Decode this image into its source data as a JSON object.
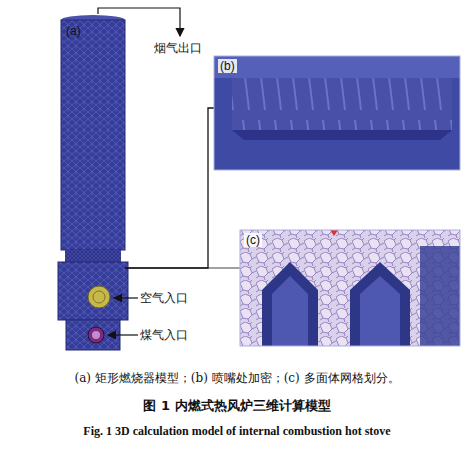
{
  "diagram": {
    "caption": "图 1 内燃式热风炉三维计算模型",
    "nodes": [
      {
        "text": [
          "(b)"
        ]
      },
      {
        "text": [
          "(c)"
        ]
      }
    ],
    "labels": [
      "(a)",
      "烟气出口",
      "空气入口",
      "煤气入口",
      "(a) 矩形燃烧器模型；(b) 喷嘴处加密；(c) 多面体网格划分。",
      "Fig. 1 3D calculation model of internal combustion hot stove"
    ]
  }
}
